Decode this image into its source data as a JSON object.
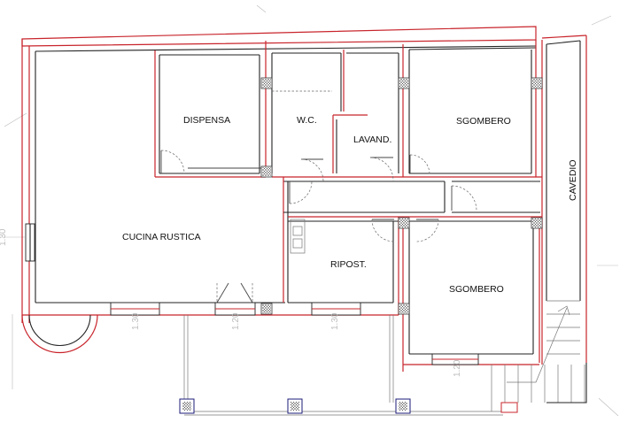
{
  "rooms": {
    "dispensa": "DISPENSA",
    "wc": "W.C.",
    "lavand": "LAVAND.",
    "sgombero_top": "SGOMBERO",
    "cavedio": "CAVEDIO",
    "cucina": "CUCINA RUSTICA",
    "ripost": "RIPOST.",
    "sgombero_bottom": "SGOMBERO"
  },
  "dimensions": {
    "left_window": "1.30",
    "faint_marks": [
      "1.30",
      "1.20",
      "1.30",
      "1.20"
    ]
  },
  "colors": {
    "outer_wall": "#c8242b",
    "inner_wall": "#222222",
    "pillar": "#1b1b78"
  }
}
